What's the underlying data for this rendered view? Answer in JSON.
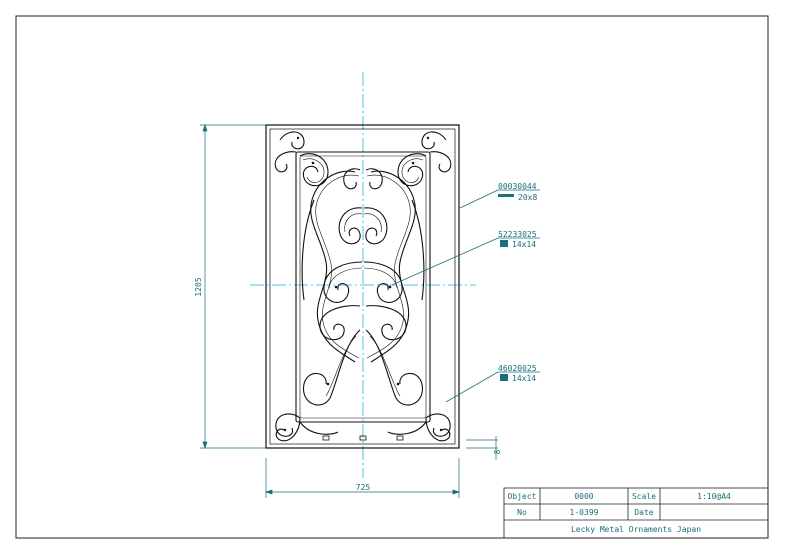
{
  "drawing": {
    "height_dim": "1205",
    "width_dim": "725",
    "bar_dim": "8"
  },
  "parts": [
    {
      "code": "00030044",
      "size": "20x8"
    },
    {
      "code": "52233025",
      "size": "14x14"
    },
    {
      "code": "46020025",
      "size": "14x14"
    }
  ],
  "title_block": {
    "object_label": "Object",
    "object_value": "0000",
    "scale_label": "Scale",
    "scale_value": "1:10@A4",
    "no_label": "No",
    "no_value": "1-0399",
    "date_label": "Date",
    "date_value": "",
    "company": "Lecky Metal Ornaments Japan"
  },
  "colors": {
    "dimension": "#1a6f78",
    "centerline": "#19b5d6",
    "iron": "#111111",
    "frame": "#222222"
  }
}
